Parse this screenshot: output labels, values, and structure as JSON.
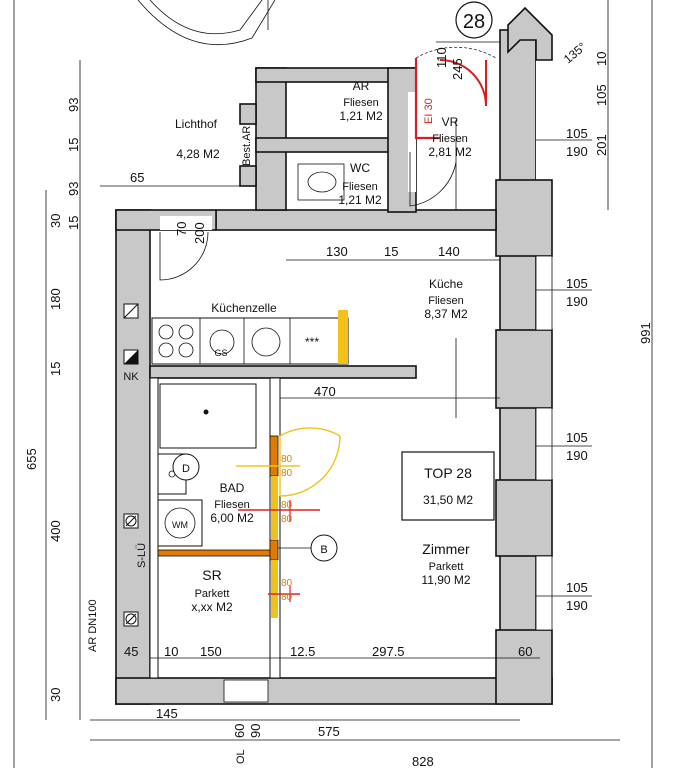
{
  "unit": {
    "number": "28",
    "top_label": "TOP 28",
    "total_area": "31,50 M2"
  },
  "rooms": [
    {
      "name": "AR",
      "floor": "Fliesen",
      "area": "1,21 M2"
    },
    {
      "name": "VR",
      "floor": "Fliesen",
      "area": "2,81 M2"
    },
    {
      "name": "WC",
      "floor": "Fliesen",
      "area": "1,21 M2"
    },
    {
      "name": "Lichthof",
      "floor": "",
      "area": "4,28 M2"
    },
    {
      "name": "Küche",
      "floor": "Fliesen",
      "area": "8,37 M2"
    },
    {
      "name": "BAD",
      "floor": "Fliesen",
      "area": "6,00 M2"
    },
    {
      "name": "SR",
      "floor": "Parkett",
      "area": "x,xx M2"
    },
    {
      "name": "Zimmer",
      "floor": "Parkett",
      "area": "11,90 M2"
    }
  ],
  "labels": {
    "kuechenzeile": "Küchenzelle",
    "gs": "GS",
    "wm": "WM",
    "d_symbol": "D",
    "b_symbol": "B",
    "nk": "NK",
    "s_lue": "S-LÜ",
    "ar_dn": "AR DN100",
    "best_ar": "Best.AR",
    "door_ei": "EI 30",
    "stars": "***",
    "angle": "135°",
    "ol": "OL"
  },
  "dimensions": {
    "left_chain": [
      "93",
      "15",
      "93",
      "30",
      "15",
      "180",
      "15",
      "400",
      "30"
    ],
    "left_total": "655",
    "right_chain": [
      "105",
      "190",
      "105",
      "190",
      "105",
      "190",
      "105",
      "190"
    ],
    "right_top": [
      "10",
      "105",
      "201"
    ],
    "right_total": "991",
    "top_door": [
      "110",
      "245"
    ],
    "lichthof_width": "65",
    "door_left": [
      "70",
      "200"
    ],
    "kitchen_row": [
      "130",
      "15",
      "140"
    ],
    "zimmer_width": "470",
    "bottom_row": [
      "45",
      "10",
      "150",
      "12.5",
      "297.5",
      "60"
    ],
    "bottom_left": "145",
    "bottom_small": [
      "60",
      "90"
    ],
    "bottom_total": "575",
    "bottom_total2": "828",
    "door_marks": [
      "80",
      "80",
      "80",
      "80",
      "80",
      "80"
    ]
  }
}
